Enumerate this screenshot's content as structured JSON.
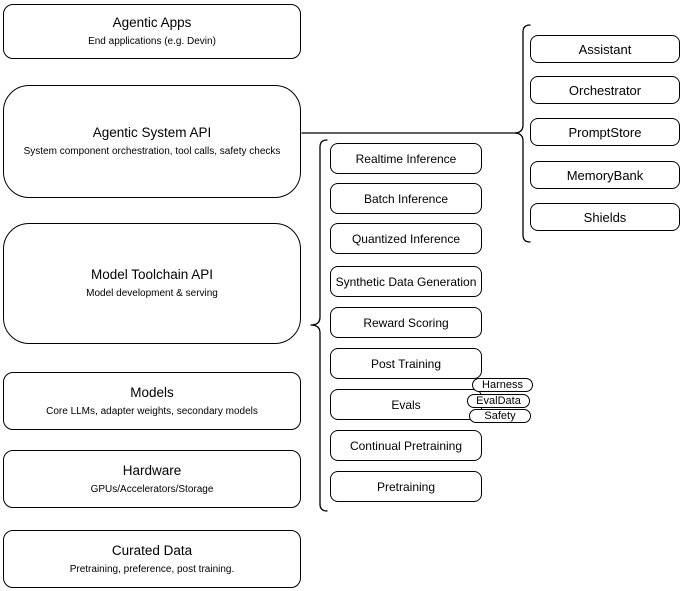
{
  "diagram": {
    "layers": [
      {
        "title": "Agentic Apps",
        "subtitle": "End applications (e.g. Devin)"
      },
      {
        "title": "Agentic System API",
        "subtitle": "System component orchestration, tool calls, safety checks"
      },
      {
        "title": "Model Toolchain API",
        "subtitle": "Model development & serving"
      },
      {
        "title": "Models",
        "subtitle": "Core LLMs, adapter weights, secondary models"
      },
      {
        "title": "Hardware",
        "subtitle": "GPUs/Accelerators/Storage"
      },
      {
        "title": "Curated Data",
        "subtitle": "Pretraining, preference, post training."
      }
    ],
    "toolchain_services": [
      "Realtime Inference",
      "Batch Inference",
      "Quantized Inference",
      "Synthetic Data Generation",
      "Reward Scoring",
      "Post Training",
      "Evals",
      "Continual Pretraining",
      "Pretraining"
    ],
    "evals_tags": [
      "Harness",
      "EvalData",
      "Safety"
    ],
    "system_components": [
      "Assistant",
      "Orchestrator",
      "PromptStore",
      "MemoryBank",
      "Shields"
    ],
    "colors": {
      "stroke": "#000000",
      "background": "#ffffff"
    }
  }
}
